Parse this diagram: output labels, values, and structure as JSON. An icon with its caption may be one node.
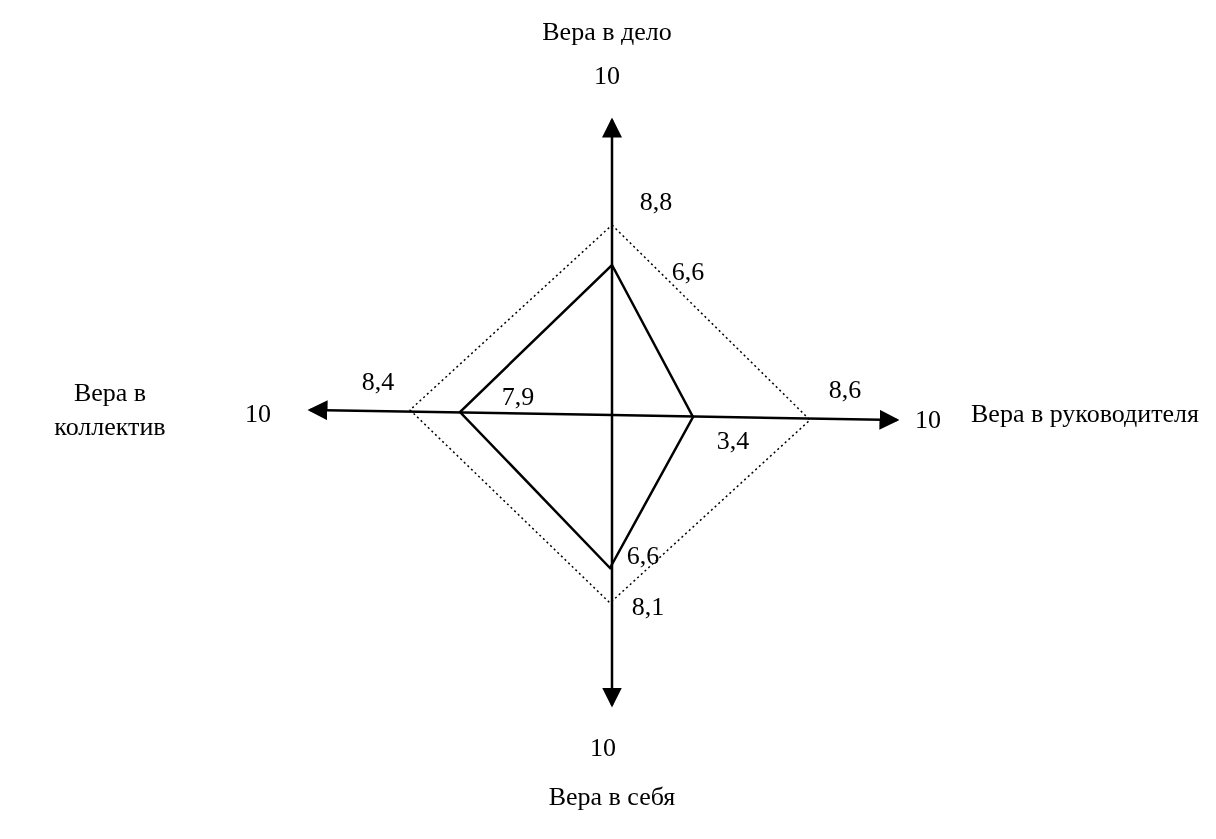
{
  "diagram": {
    "labels": [
      "Вера в дело",
      "10",
      "8,8",
      "6,6",
      "Вера в коллектив",
      "8,4",
      "10",
      "7,9",
      "8,6",
      "10",
      "Вера в руководителя",
      "3,4",
      "6,6",
      "8,1",
      "10",
      "Вера в себя"
    ]
  }
}
